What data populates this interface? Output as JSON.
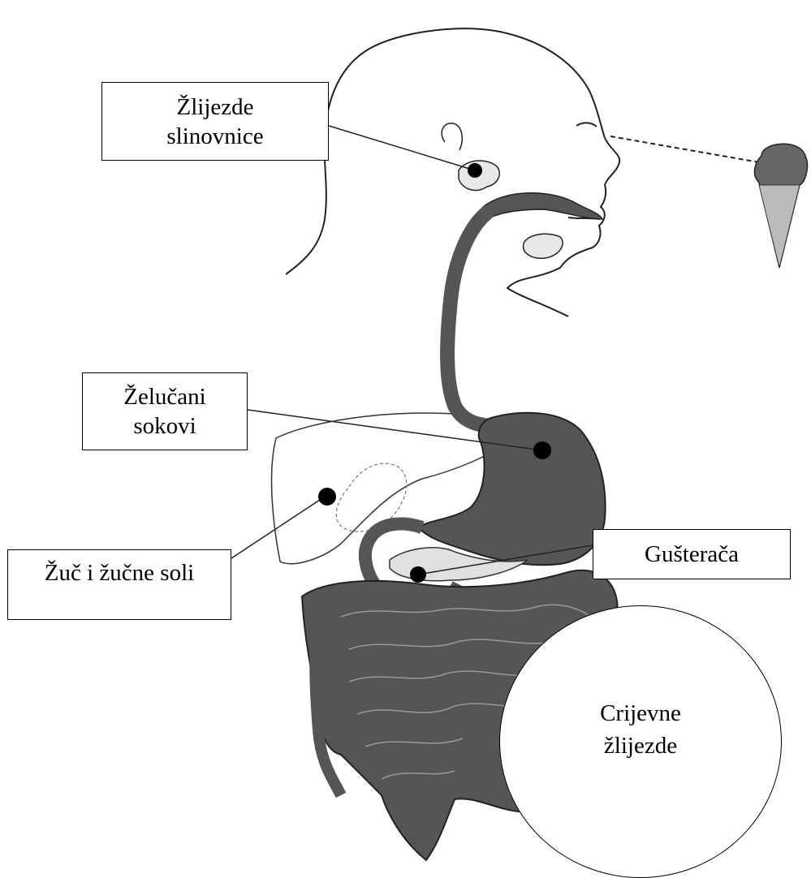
{
  "labels": {
    "salivary_glands": {
      "line1": "Žlijezde",
      "line2": "slinovnice"
    },
    "gastric_juices": {
      "line1": "Želučani",
      "line2": "sokovi"
    },
    "bile": {
      "line1": "Žuč i žučne soli"
    },
    "pancreas": {
      "line1": "Gušterača"
    },
    "intestinal_glands": {
      "line1": "Crijevne",
      "line2": "žlijezde"
    }
  },
  "colors": {
    "organ_fill": "#555555",
    "outline": "#222222",
    "background": "#ffffff"
  }
}
